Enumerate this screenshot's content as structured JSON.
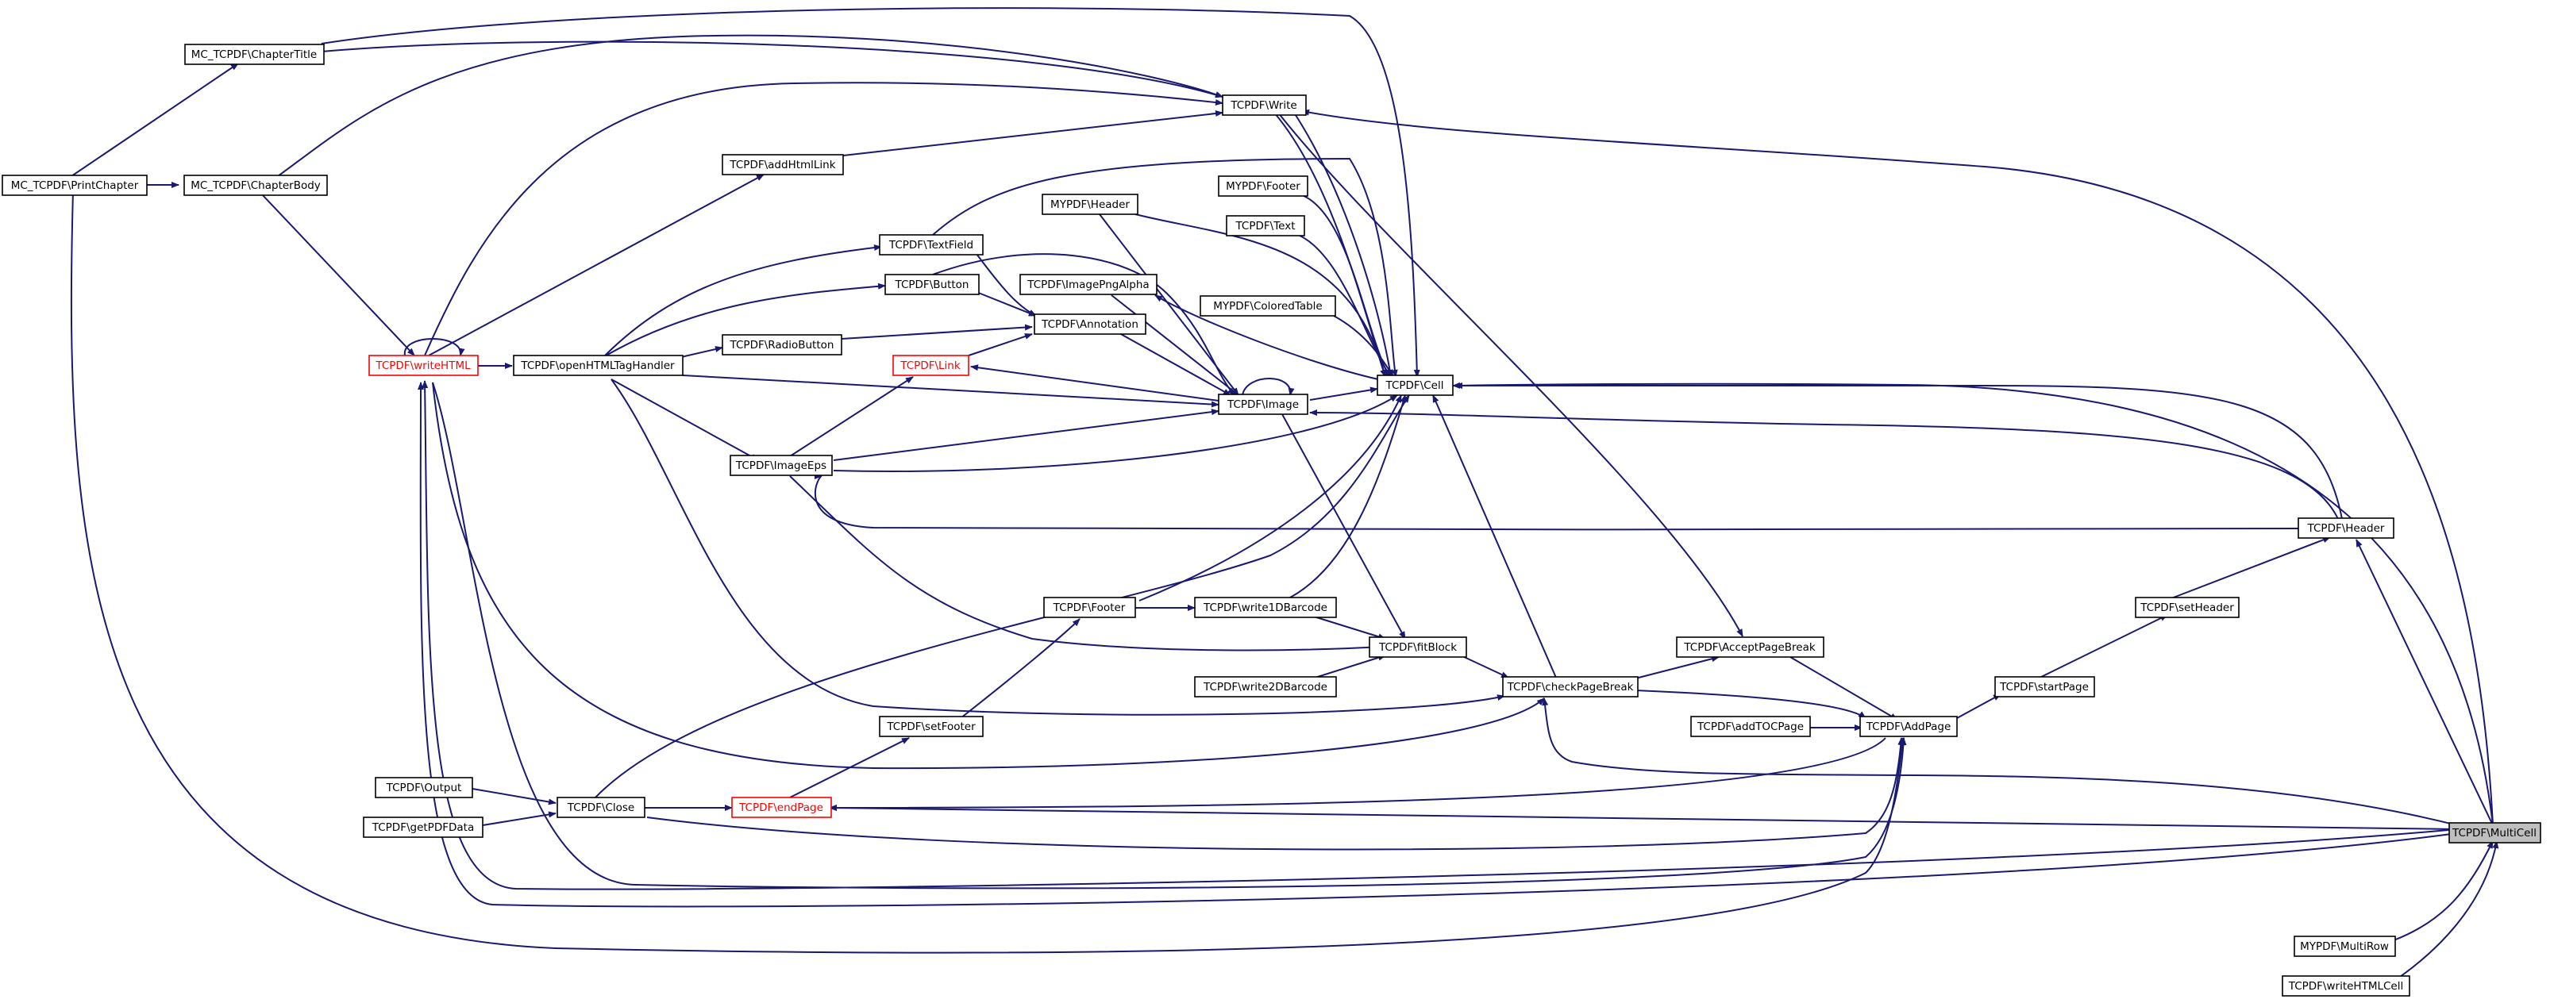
{
  "diagram": {
    "type": "caller-graph",
    "colors": {
      "edge": "#191970",
      "node_border": "#000000",
      "highlight_border": "#ff0000",
      "current_fill": "#bfbfbf",
      "background": "#ffffff"
    },
    "nodes": {
      "multicell": {
        "label": "TCPDF\\MultiCell",
        "style": "current"
      },
      "write": {
        "label": "TCPDF\\Write"
      },
      "chaptertitle": {
        "label": "MC_TCPDF\\ChapterTitle"
      },
      "printchapter": {
        "label": "MC_TCPDF\\PrintChapter"
      },
      "chapterbody": {
        "label": "MC_TCPDF\\ChapterBody"
      },
      "addhtmllink": {
        "label": "TCPDF\\addHtmlLink"
      },
      "mypdffooter": {
        "label": "MYPDF\\Footer"
      },
      "mypdfheader": {
        "label": "MYPDF\\Header"
      },
      "text": {
        "label": "TCPDF\\Text"
      },
      "textfield": {
        "label": "TCPDF\\TextField"
      },
      "button": {
        "label": "TCPDF\\Button"
      },
      "imagepngalpha": {
        "label": "TCPDF\\ImagePngAlpha"
      },
      "coloredtable": {
        "label": "MYPDF\\ColoredTable"
      },
      "annotation": {
        "label": "TCPDF\\Annotation"
      },
      "radiobutton": {
        "label": "TCPDF\\RadioButton"
      },
      "writehtml": {
        "label": "TCPDF\\writeHTML",
        "style": "red"
      },
      "openhtmltaghandler": {
        "label": "TCPDF\\openHTMLTagHandler"
      },
      "link": {
        "label": "TCPDF\\Link",
        "style": "red"
      },
      "cell": {
        "label": "TCPDF\\Cell"
      },
      "image": {
        "label": "TCPDF\\Image"
      },
      "imageeps": {
        "label": "TCPDF\\ImageEps"
      },
      "header": {
        "label": "TCPDF\\Header"
      },
      "footer": {
        "label": "TCPDF\\Footer"
      },
      "write1dbarcode": {
        "label": "TCPDF\\write1DBarcode"
      },
      "setheader": {
        "label": "TCPDF\\setHeader"
      },
      "acceptpagebreak": {
        "label": "TCPDF\\AcceptPageBreak"
      },
      "fitblock": {
        "label": "TCPDF\\fitBlock"
      },
      "write2dbarcode": {
        "label": "TCPDF\\write2DBarcode"
      },
      "checkpagebreak": {
        "label": "TCPDF\\checkPageBreak"
      },
      "startpage": {
        "label": "TCPDF\\startPage"
      },
      "addtocpage": {
        "label": "TCPDF\\addTOCPage"
      },
      "addpage": {
        "label": "TCPDF\\AddPage"
      },
      "setfooter": {
        "label": "TCPDF\\setFooter"
      },
      "output": {
        "label": "TCPDF\\Output"
      },
      "close": {
        "label": "TCPDF\\Close"
      },
      "endpage": {
        "label": "TCPDF\\endPage",
        "style": "red"
      },
      "getpdfdata": {
        "label": "TCPDF\\getPDFData"
      },
      "multirow": {
        "label": "MYPDF\\MultiRow"
      },
      "writehtmlcell": {
        "label": "TCPDF\\writeHTMLCell"
      }
    }
  }
}
